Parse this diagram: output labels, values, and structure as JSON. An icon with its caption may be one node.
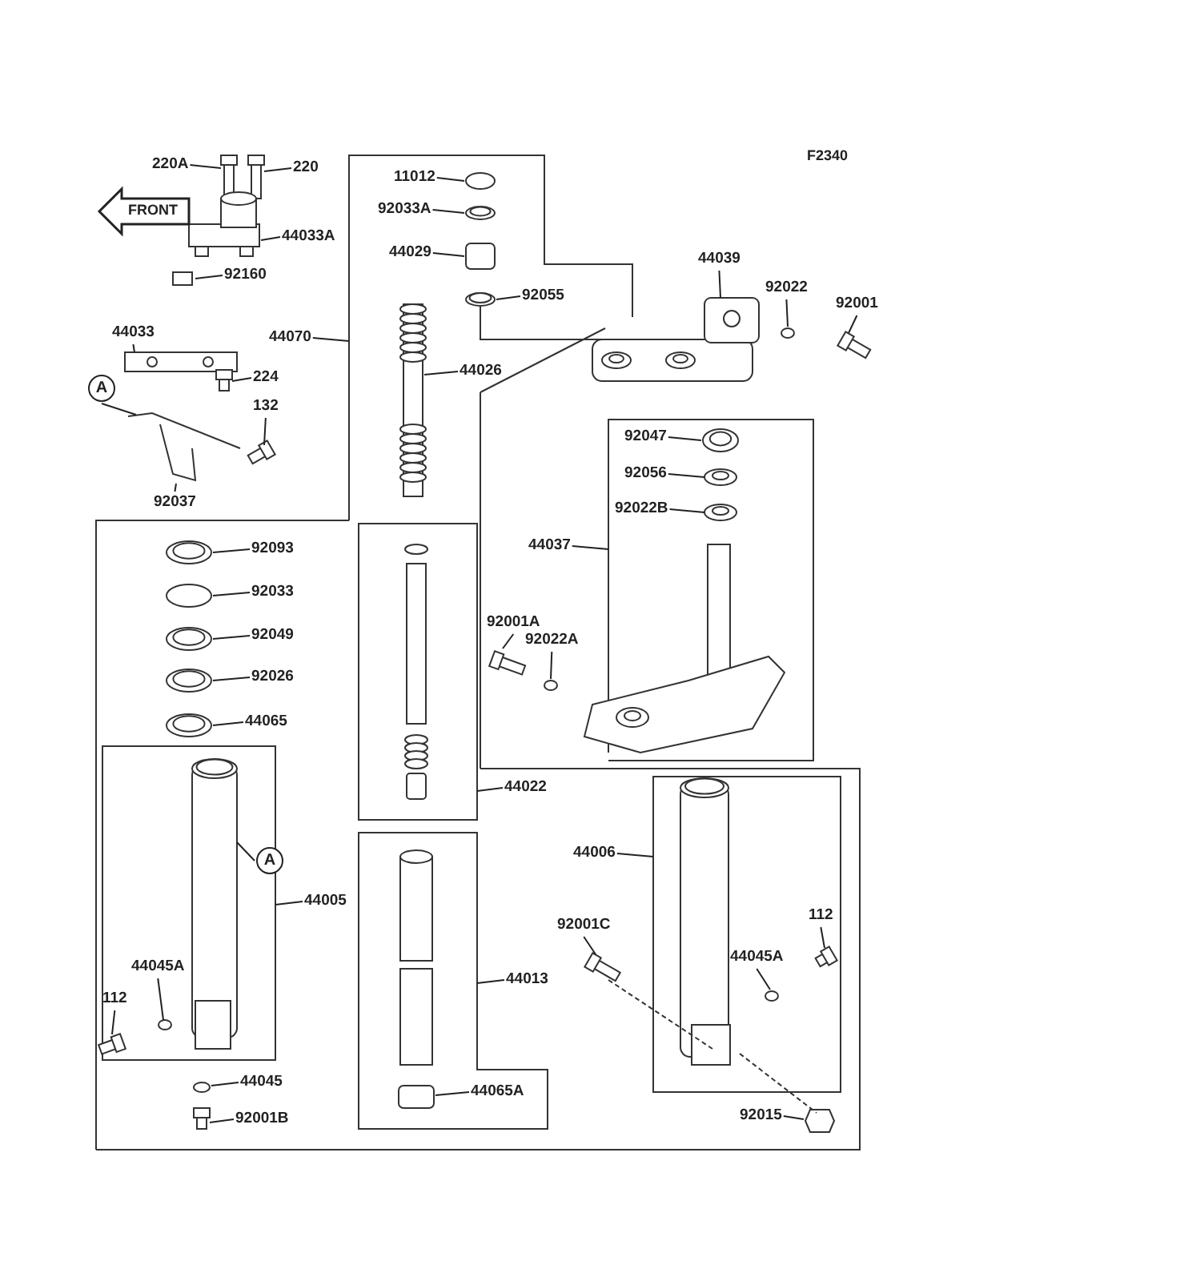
{
  "diagram": {
    "nodes": [
      {
        "text": [
          "220A"
        ]
      },
      {
        "text": [
          "220"
        ]
      },
      {
        "text": [
          "11012"
        ]
      },
      {
        "text": [
          "92033A"
        ]
      },
      {
        "text": [
          "44033A"
        ]
      },
      {
        "text": [
          "44029"
        ]
      },
      {
        "text": [
          "92055"
        ]
      },
      {
        "text": [
          "44039"
        ]
      },
      {
        "text": [
          "92022"
        ]
      },
      {
        "text": [
          "92001"
        ]
      },
      {
        "text": [
          "92160"
        ]
      },
      {
        "text": [
          "44033"
        ]
      },
      {
        "text": [
          "44070"
        ]
      },
      {
        "text": [
          "44026"
        ]
      },
      {
        "text": [
          "224"
        ]
      },
      {
        "text": [
          "A"
        ]
      },
      {
        "text": [
          "132"
        ]
      },
      {
        "text": [
          "92037"
        ]
      },
      {
        "text": [
          "92047"
        ]
      },
      {
        "text": [
          "92056"
        ]
      },
      {
        "text": [
          "92022B"
        ]
      },
      {
        "text": [
          "44037"
        ]
      },
      {
        "text": [
          "92093"
        ]
      },
      {
        "text": [
          "92033"
        ]
      },
      {
        "text": [
          "92001A"
        ]
      },
      {
        "text": [
          "92022A"
        ]
      },
      {
        "text": [
          "92049"
        ]
      },
      {
        "text": [
          "92026"
        ]
      },
      {
        "text": [
          "44065"
        ]
      },
      {
        "text": [
          "44022"
        ]
      },
      {
        "text": [
          "44006"
        ]
      },
      {
        "text": [
          "A"
        ]
      },
      {
        "text": [
          "44005"
        ]
      },
      {
        "text": [
          "92001C"
        ]
      },
      {
        "text": [
          "112"
        ]
      },
      {
        "text": [
          "44045A"
        ]
      },
      {
        "text": [
          "44013"
        ]
      },
      {
        "text": [
          "44045A"
        ]
      },
      {
        "text": [
          "112"
        ]
      },
      {
        "text": [
          "44065A"
        ]
      },
      {
        "text": [
          "44045"
        ]
      },
      {
        "text": [
          "92015"
        ]
      },
      {
        "text": [
          "92001B"
        ]
      }
    ],
    "edges": [
      {
        "from": 0,
        "to": null,
        "arrow": "none"
      },
      {
        "from": 1,
        "to": null,
        "arrow": "none"
      },
      {
        "from": 2,
        "to": null,
        "arrow": "none"
      },
      {
        "from": 3,
        "to": null,
        "arrow": "none"
      },
      {
        "from": 4,
        "to": null,
        "arrow": "none"
      },
      {
        "from": 5,
        "to": null,
        "arrow": "none"
      },
      {
        "from": 6,
        "to": null,
        "arrow": "none"
      },
      {
        "from": 7,
        "to": null,
        "arrow": "none"
      },
      {
        "from": 8,
        "to": null,
        "arrow": "none"
      },
      {
        "from": 9,
        "to": null,
        "arrow": "none"
      },
      {
        "from": 10,
        "to": null,
        "arrow": "none"
      },
      {
        "from": 11,
        "to": null,
        "arrow": "none"
      },
      {
        "from": 12,
        "to": null,
        "arrow": "none"
      },
      {
        "from": 13,
        "to": null,
        "arrow": "none"
      },
      {
        "from": 14,
        "to": null,
        "arrow": "none"
      },
      {
        "from": 15,
        "to": null,
        "arrow": "none"
      },
      {
        "from": 16,
        "to": null,
        "arrow": "none"
      },
      {
        "from": 17,
        "to": null,
        "arrow": "none"
      },
      {
        "from": 18,
        "to": null,
        "arrow": "none"
      },
      {
        "from": 19,
        "to": null,
        "arrow": "none"
      },
      {
        "from": 20,
        "to": null,
        "arrow": "none"
      },
      {
        "from": 21,
        "to": null,
        "arrow": "none"
      },
      {
        "from": 22,
        "to": null,
        "arrow": "none"
      },
      {
        "from": 23,
        "to": null,
        "arrow": "none"
      },
      {
        "from": 24,
        "to": null,
        "arrow": "none"
      },
      {
        "from": 25,
        "to": null,
        "arrow": "none"
      },
      {
        "from": 26,
        "to": null,
        "arrow": "none"
      },
      {
        "from": 27,
        "to": null,
        "arrow": "none"
      },
      {
        "from": 28,
        "to": null,
        "arrow": "none"
      },
      {
        "from": 29,
        "to": null,
        "arrow": "none"
      },
      {
        "from": 30,
        "to": null,
        "arrow": "none"
      },
      {
        "from": 31,
        "to": null,
        "arrow": "none"
      },
      {
        "from": 32,
        "to": null,
        "arrow": "none"
      },
      {
        "from": 33,
        "to": null,
        "arrow": "none"
      },
      {
        "from": 34,
        "to": null,
        "arrow": "none"
      },
      {
        "from": 35,
        "to": null,
        "arrow": "none"
      },
      {
        "from": 36,
        "to": null,
        "arrow": "none"
      },
      {
        "from": 37,
        "to": null,
        "arrow": "none"
      },
      {
        "from": 38,
        "to": null,
        "arrow": "none"
      },
      {
        "from": 39,
        "to": null,
        "arrow": "none"
      },
      {
        "from": 40,
        "to": null,
        "arrow": "none"
      },
      {
        "from": 41,
        "to": null,
        "arrow": "none"
      },
      {
        "from": 42,
        "to": null,
        "arrow": "none"
      }
    ],
    "labels": [
      "F2340",
      "FRONT"
    ]
  }
}
